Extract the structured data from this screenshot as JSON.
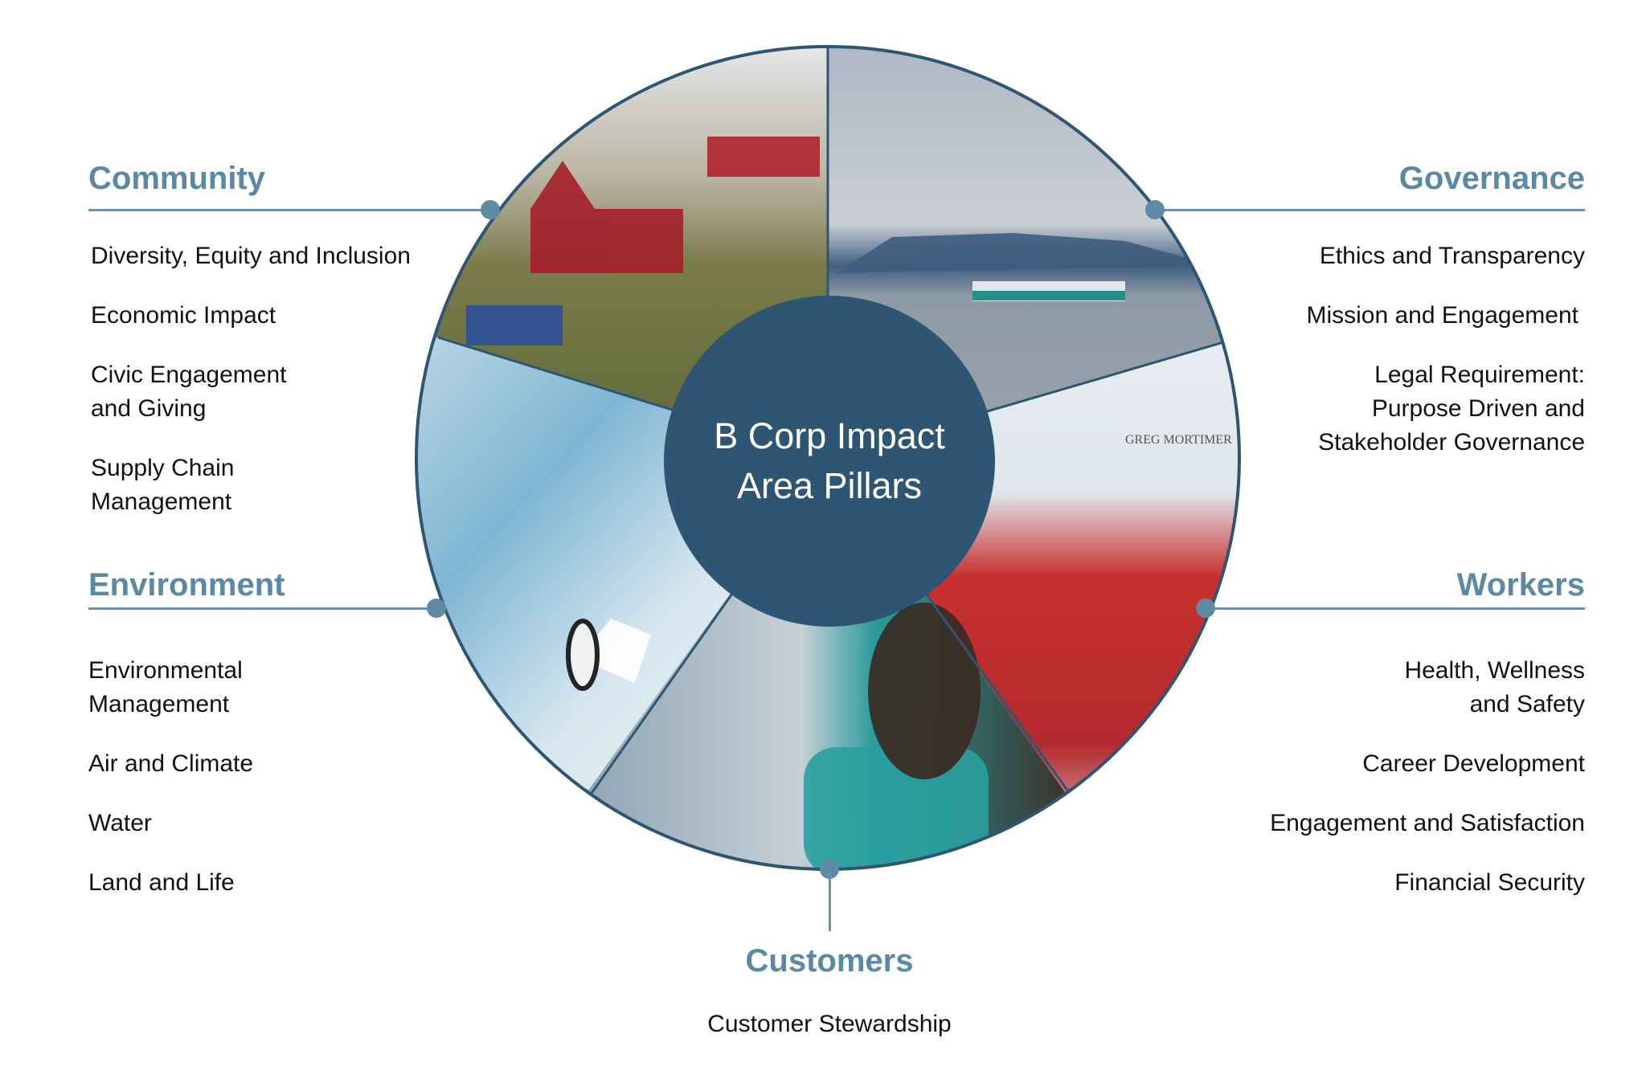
{
  "center": {
    "title": "B Corp Impact\nArea Pillars",
    "color": "#2e5673"
  },
  "colors": {
    "heading": "#5b88a2",
    "connector": "#6a93aa",
    "ring": "#2e5673",
    "text": "#111111"
  },
  "pillars": {
    "community": {
      "title": "Community",
      "items": [
        "Diversity, Equity and Inclusion",
        "Economic Impact",
        "Civic Engagement\nand Giving",
        "Supply Chain\nManagement"
      ],
      "photo": "red houses and church on a hillside village"
    },
    "governance": {
      "title": "Governance",
      "items": [
        "Ethics and Transparency",
        "Mission and Engagement",
        "Legal Requirement:\nPurpose Driven and\nStakeholder Governance"
      ],
      "photo": "expedition ship in fjord below snowy mountain"
    },
    "environment": {
      "title": "Environment",
      "items": [
        "Environmental\nManagement",
        "Air and Climate",
        "Water",
        "Land and Life"
      ],
      "photo": "penguin on ice in front of glacier"
    },
    "workers": {
      "title": "Workers",
      "items": [
        "Health, Wellness\nand Safety",
        "Career Development",
        "Engagement and Satisfaction",
        "Financial Security"
      ],
      "photo": "crew group in red jackets in front of ship GREG MORTIMER"
    },
    "customers": {
      "title": "Customers",
      "items": [
        "Customer Stewardship"
      ],
      "photo": "woman photographing icy mountains from ship deck"
    }
  },
  "photo_text": {
    "ship_name": "GREG MORTIMER"
  }
}
